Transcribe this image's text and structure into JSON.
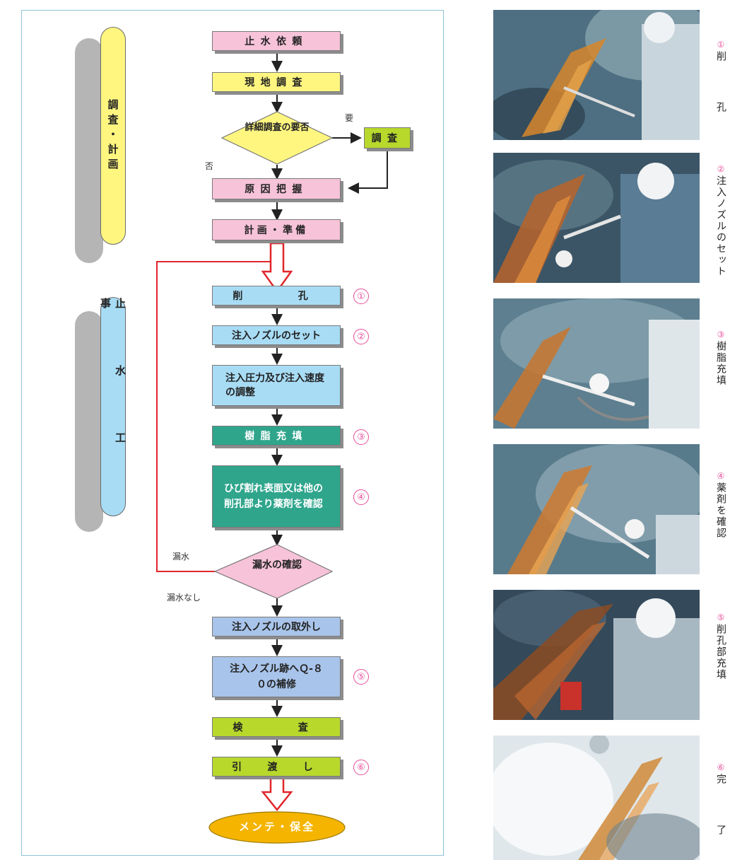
{
  "colors": {
    "pink": "#f7c3d8",
    "yellow": "#fff680",
    "green": "#b8d82c",
    "lightblue": "#a8dcf5",
    "teal": "#2fa58c",
    "periwinkle": "#a9c4ea",
    "orange": "#f5b400",
    "red": "#e0262b",
    "circle": "#e84e9c"
  },
  "phases": {
    "survey": "調査・計画",
    "work": "止水工事"
  },
  "flow": {
    "request": "止水依頼",
    "site_survey": "現地調査",
    "detail_decision": "詳細調査の要否",
    "survey_box": "調査",
    "cause": "原因把握",
    "plan": "計画・準備",
    "drill": "削　　孔",
    "nozzle_set": "注入ノズルのセット",
    "pressure": "注入圧力及び注入速度の調整",
    "resin": "樹脂充填",
    "check": "ひび割れ表面又は他の削孔部より薬剤を確認",
    "leak_check": "漏水の確認",
    "nozzle_remove": "注入ノズルの取外し",
    "repair": "注入ノズル跡へＱ-８０の補修",
    "inspect": "検　　査",
    "handover": "引　渡　し",
    "maintenance": "メンテ・保全"
  },
  "labels": {
    "yes": "要",
    "no": "否",
    "leak": "漏水",
    "no_leak": "漏水なし"
  },
  "step_numbers": [
    "①",
    "②",
    "③",
    "④",
    "⑤",
    "⑥"
  ],
  "photo_captions": [
    {
      "num": "①",
      "text": "削　孔"
    },
    {
      "num": "②",
      "text": "注入ノズルのセット"
    },
    {
      "num": "③",
      "text": "樹脂充填"
    },
    {
      "num": "④",
      "text": "薬剤を確認"
    },
    {
      "num": "⑤",
      "text": "削孔部充填"
    },
    {
      "num": "⑥",
      "text": "完　了"
    }
  ]
}
